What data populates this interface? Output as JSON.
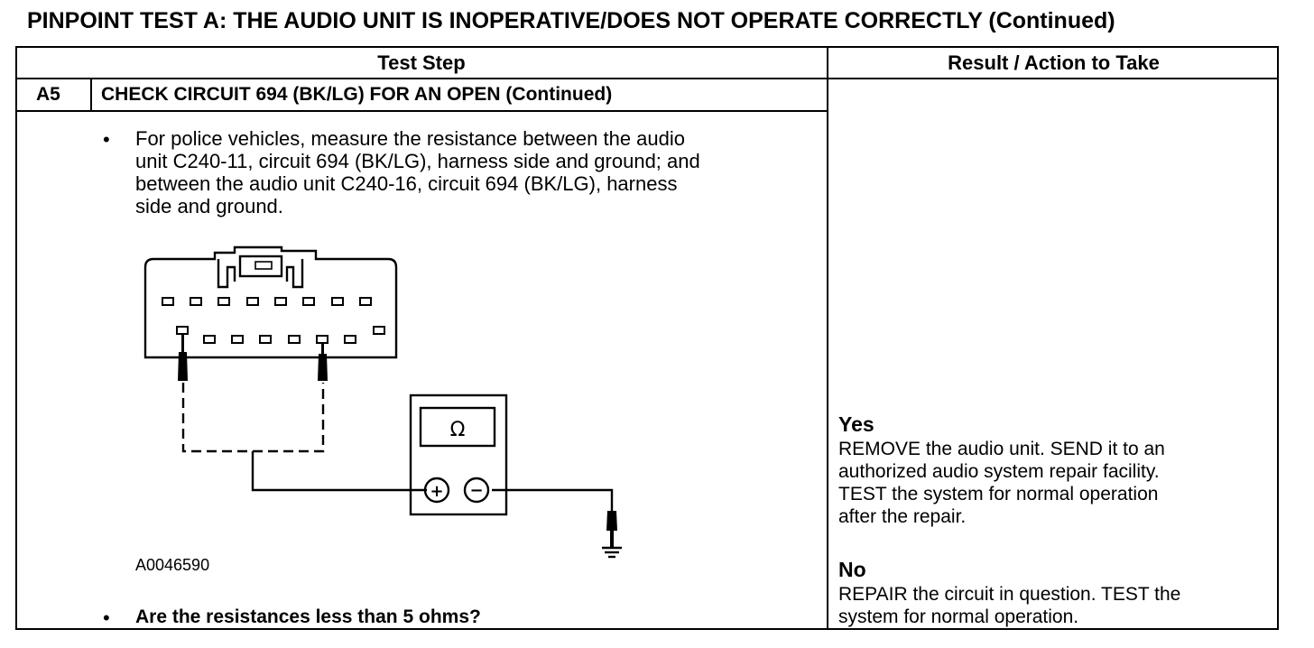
{
  "page_title": "PINPOINT TEST  A: THE AUDIO UNIT IS INOPERATIVE/DOES NOT OPERATE CORRECTLY (Continued)",
  "table": {
    "col_test_step": "Test Step",
    "col_result": "Result / Action to Take"
  },
  "step": {
    "id": "A5",
    "title": "CHECK CIRCUIT 694 (BK/LG) FOR AN OPEN (Continued)",
    "bullet": "•",
    "instruction_lines": [
      "For police vehicles, measure the resistance between the audio",
      "unit C240-11, circuit 694 (BK/LG), harness side and ground; and",
      "between the audio unit C240-16, circuit 694 (BK/LG),  harness",
      "side and ground."
    ],
    "figure_id": "A0046590",
    "question": "Are the resistances less than 5 ohms?"
  },
  "diagram": {
    "meter_symbol": "Ω",
    "plus_symbol": "+",
    "minus_symbol": "−",
    "icons": [
      "connector-icon",
      "probe-icon",
      "ohmmeter-icon",
      "ground-icon"
    ]
  },
  "results": {
    "yes_label": "Yes",
    "yes_lines": [
      "REMOVE the audio unit. SEND it to an",
      "authorized audio system repair facility.",
      "TEST the system for normal operation",
      "after the repair."
    ],
    "no_label": "No",
    "no_lines": [
      "REPAIR the circuit in question. TEST the",
      "system for normal operation."
    ]
  }
}
